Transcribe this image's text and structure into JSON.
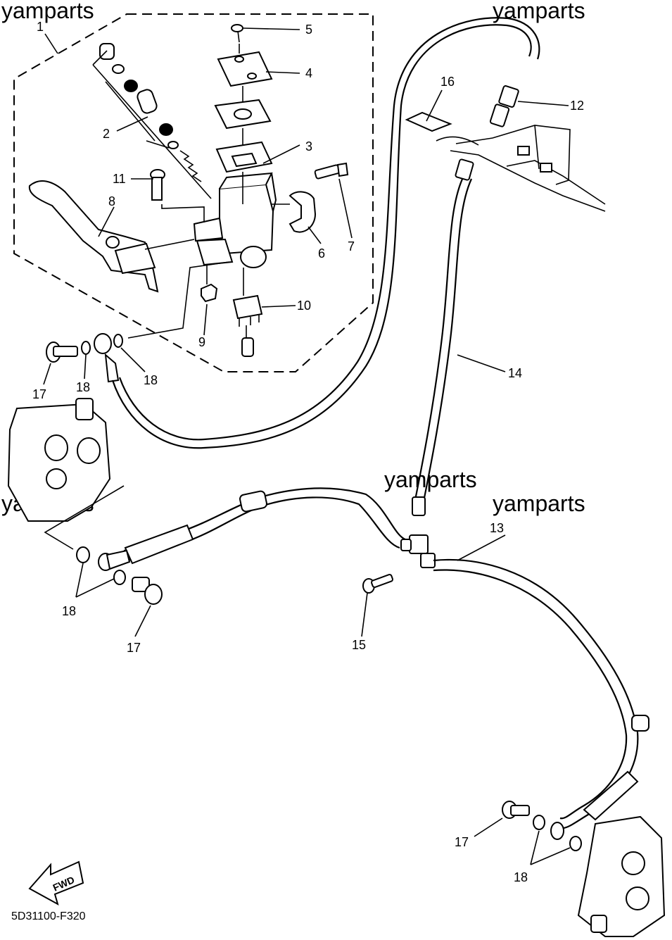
{
  "watermark": "yamparts",
  "diagram_code": "5D31100-F320",
  "forward_label": "FWD",
  "callouts": {
    "c1": "1",
    "c2": "2",
    "c3": "3",
    "c4": "4",
    "c5": "5",
    "c6": "6",
    "c7": "7",
    "c8": "8",
    "c9": "9",
    "c10": "10",
    "c11": "11",
    "c12": "12",
    "c13": "13",
    "c14": "14",
    "c15": "15",
    "c16": "16",
    "c17a": "17",
    "c17b": "17",
    "c17c": "17",
    "c18a": "18",
    "c18b": "18",
    "c18c": "18",
    "c18d": "18"
  }
}
